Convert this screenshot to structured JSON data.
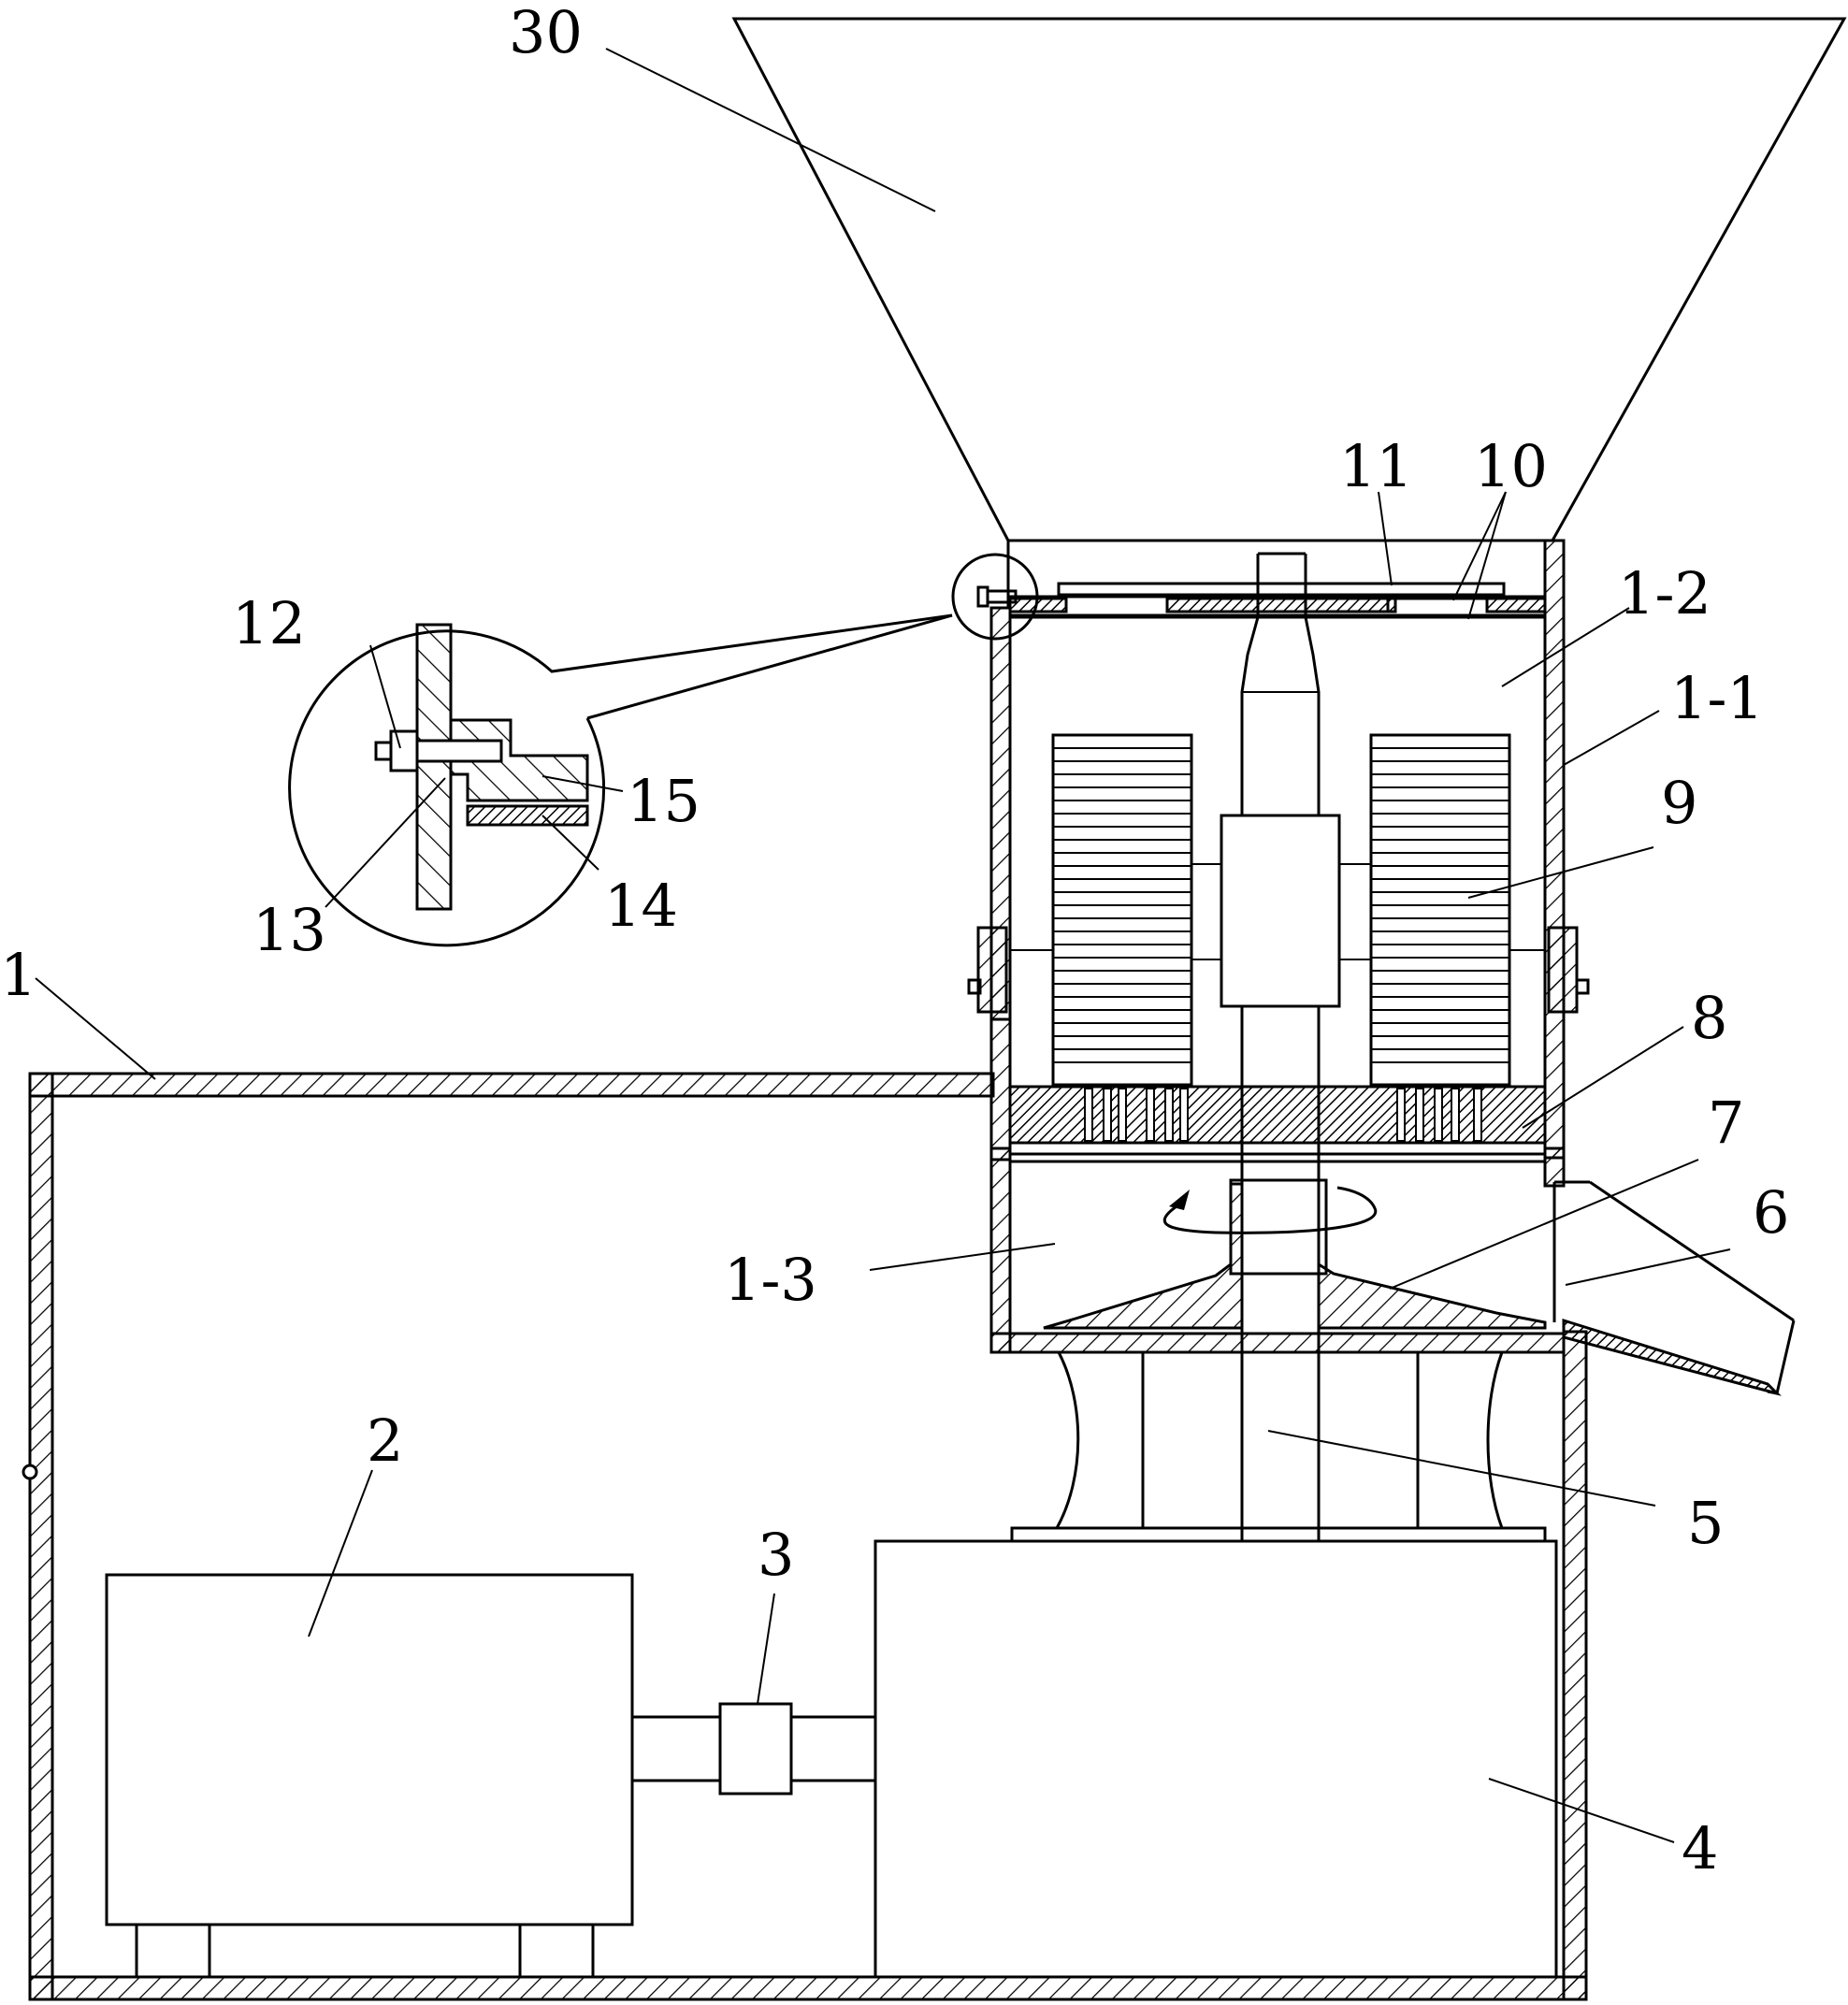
{
  "figure": {
    "labels": [
      {
        "id": "30",
        "text": "30"
      },
      {
        "id": "11",
        "text": "11"
      },
      {
        "id": "10",
        "text": "10"
      },
      {
        "id": "1-2",
        "text": "1-2"
      },
      {
        "id": "1-1",
        "text": "1-1"
      },
      {
        "id": "12",
        "text": "12"
      },
      {
        "id": "15",
        "text": "15"
      },
      {
        "id": "9",
        "text": "9"
      },
      {
        "id": "13",
        "text": "13"
      },
      {
        "id": "14",
        "text": "14"
      },
      {
        "id": "1",
        "text": "1"
      },
      {
        "id": "8",
        "text": "8"
      },
      {
        "id": "7",
        "text": "7"
      },
      {
        "id": "6",
        "text": "6"
      },
      {
        "id": "1-3",
        "text": "1-3"
      },
      {
        "id": "2",
        "text": "2"
      },
      {
        "id": "5",
        "text": "5"
      },
      {
        "id": "3",
        "text": "3"
      },
      {
        "id": "4",
        "text": "4"
      }
    ]
  }
}
